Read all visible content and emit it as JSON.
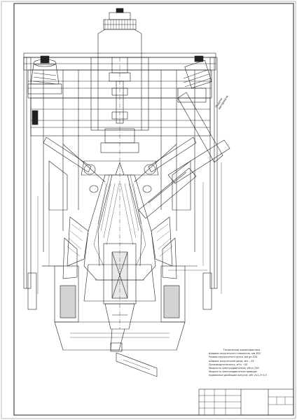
{
  "drawing": {
    "feed_label": [
      "Подача",
      "материала"
    ],
    "spec": {
      "heading": "Техническая характеристика",
      "rows": [
        "Ширина загрузочного отверстия, мм    300",
        "Размер загрузочного куска, мм    до 220",
        "Ширина загрузочной щели, мм    …35",
        "Производительность, м³/ч    ~55",
        "Мощность электродвигателя, кВт/ч    250",
        "Мощность электродвигателя привода",
        "подвижных дробящих конусов, кВт    2х1,2+5,5"
      ]
    }
  }
}
